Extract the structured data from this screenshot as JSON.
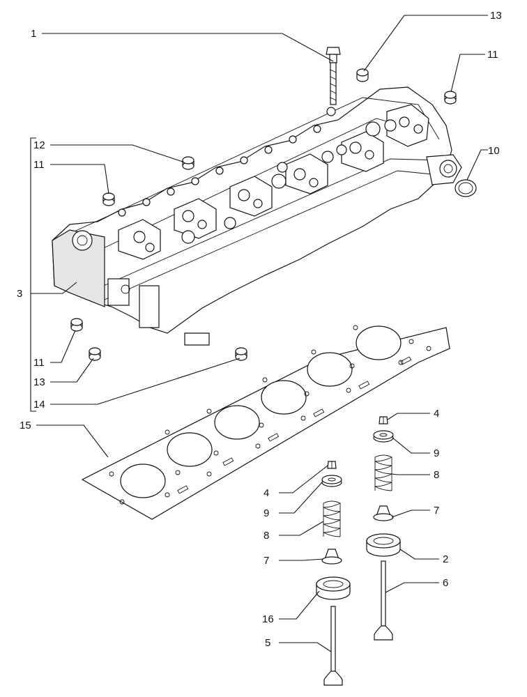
{
  "callouts": {
    "c1": "1",
    "c13_top": "13",
    "c11_top": "11",
    "c10": "10",
    "c12": "12",
    "c11_left": "11",
    "c3": "3",
    "c11_lower": "11",
    "c13_lower": "13",
    "c14": "14",
    "c15": "15",
    "c4_right": "4",
    "c9_right": "9",
    "c8_right": "8",
    "c7_right": "7",
    "c2": "2",
    "c6": "6",
    "c4_left": "4",
    "c9_left": "9",
    "c8_left": "8",
    "c7_left": "7",
    "c16": "16",
    "c5": "5"
  }
}
